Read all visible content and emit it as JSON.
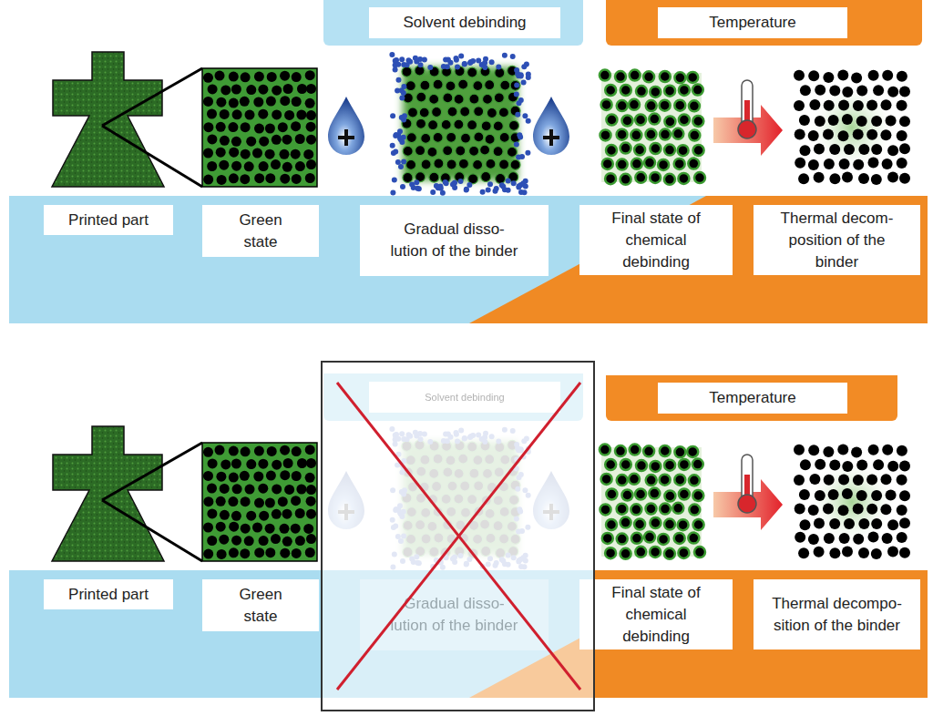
{
  "diagram": {
    "nodes": [
      {
        "text": [
          "Solvent debinding"
        ]
      },
      {
        "text": [
          "Temperature"
        ]
      },
      {
        "text": [
          "Printed part"
        ]
      },
      {
        "text": [
          "Green state"
        ]
      },
      {
        "text": [
          "Gradual disso- lution of the binder"
        ]
      },
      {
        "text": [
          "Final state of chemical debinding"
        ]
      },
      {
        "text": [
          "Thermal decom- position of the binder"
        ]
      },
      {
        "text": [
          "Solvent debinding"
        ]
      },
      {
        "text": [
          "Temperature"
        ]
      },
      {
        "text": [
          "Printed part"
        ]
      },
      {
        "text": [
          "Green state"
        ]
      },
      {
        "text": [
          "Gradual disso- lution of the binder"
        ]
      },
      {
        "text": [
          "Final state of chemical debinding"
        ]
      },
      {
        "text": [
          "Thermal decompo- sition of the binder"
        ]
      }
    ]
  }
}
